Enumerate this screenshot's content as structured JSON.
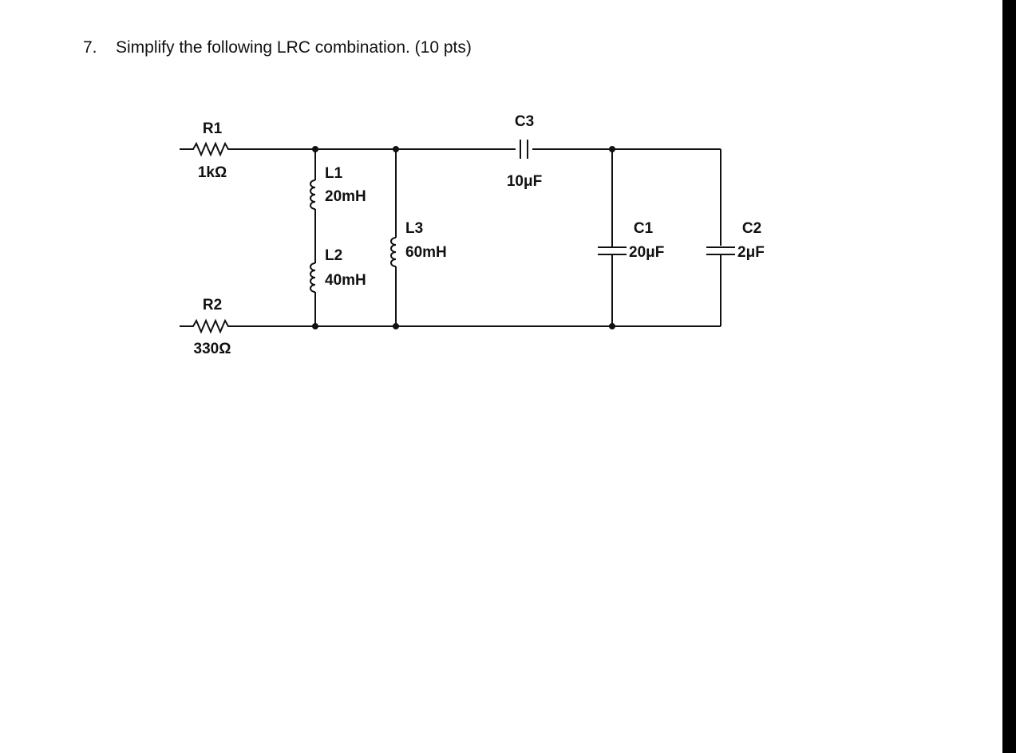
{
  "question": {
    "number": "7.",
    "text": "Simplify the following LRC combination. (10 pts)"
  },
  "components": {
    "R1": {
      "name": "R1",
      "value": "1kΩ"
    },
    "R2": {
      "name": "R2",
      "value": "330Ω"
    },
    "L1": {
      "name": "L1",
      "value": "20mH"
    },
    "L2": {
      "name": "L2",
      "value": "40mH"
    },
    "L3": {
      "name": "L3",
      "value": "60mH"
    },
    "C1": {
      "name": "C1",
      "value": "20μF"
    },
    "C2": {
      "name": "C2",
      "value": "2μF"
    },
    "C3": {
      "name": "C3",
      "value": "10μF"
    }
  },
  "colors": {
    "ink": "#111111",
    "background": "#ffffff",
    "edge_bar": "#000000"
  }
}
